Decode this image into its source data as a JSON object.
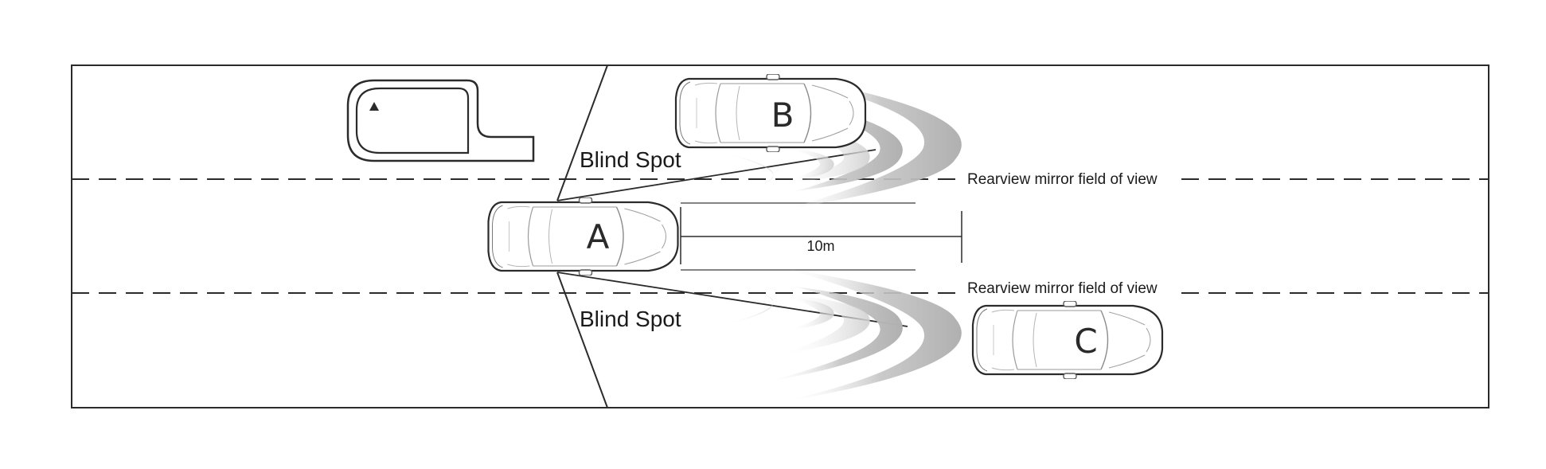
{
  "diagram": {
    "cars": [
      {
        "id": "B",
        "letter": "B"
      },
      {
        "id": "A",
        "letter": "A"
      },
      {
        "id": "C",
        "letter": "C"
      }
    ],
    "labels": {
      "blind_spot_top": "Blind Spot",
      "blind_spot_bottom": "Blind Spot",
      "mirror_fov_top": "Rearview mirror field of view",
      "mirror_fov_bottom": "Rearview mirror field of view",
      "distance": "10m"
    },
    "icon": "side-mirror-icon",
    "colors": {
      "line": "#2b2b2b",
      "wave": "#bdbdbd",
      "car_body": "#ffffff"
    }
  }
}
